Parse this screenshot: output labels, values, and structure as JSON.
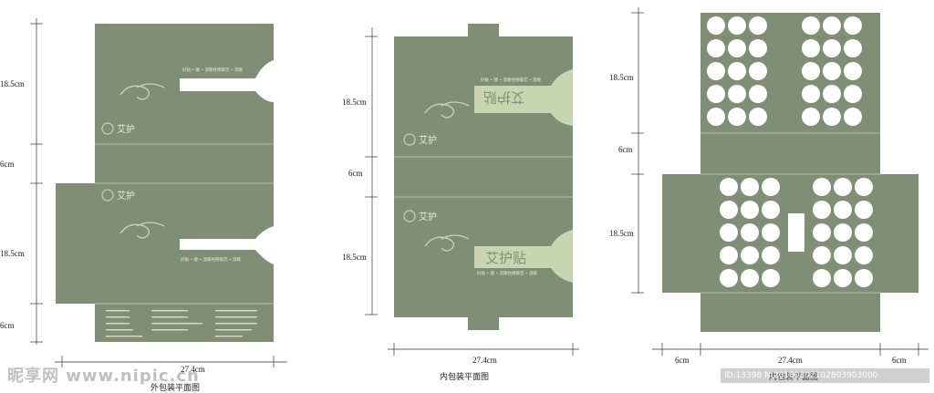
{
  "colors": {
    "panel": "#7f8f75",
    "panel_light": "#c9d4b0",
    "circle": "#ffffff",
    "line": "#d9dfcf",
    "dim_line": "#333333"
  },
  "outer": {
    "caption": "外包装平面图",
    "dim_h1": "18.5cm",
    "dim_h2": "6cm",
    "dim_h3": "18.5cm",
    "dim_h4": "6cm",
    "dim_w": "27.4cm",
    "slogan_top": "好贴 • 顺 • 温暖经络暖宫 • 温暖",
    "slogan_bottom": "好贴 • 顺 • 温暖经络暖宫 • 温暖",
    "brand": "艾护"
  },
  "inner": {
    "caption": "内包装平面图",
    "dim_h1": "18.5cm",
    "dim_h2": "6cm",
    "dim_h3": "18.5cm",
    "dim_w": "27.4cm",
    "product_top": "艾护贴",
    "product_bottom": "艾护贴",
    "slogan_top": "好贴 • 顺 • 温暖经络暖宫 • 温暖",
    "slogan_bottom": "好贴 • 顺 • 温暖经络暖宫 • 温暖",
    "brand": "艾护"
  },
  "tray": {
    "caption": "内包装平面图",
    "dim_h1": "18.5cm",
    "dim_h2": "6cm",
    "dim_h3": "18.5cm",
    "dim_left": "6cm",
    "dim_w": "27.4cm",
    "dim_right": "6cm"
  },
  "watermark": {
    "left": "昵享网 www.nipic.cn",
    "right": "ID:13398 N:20180302102803903000"
  }
}
